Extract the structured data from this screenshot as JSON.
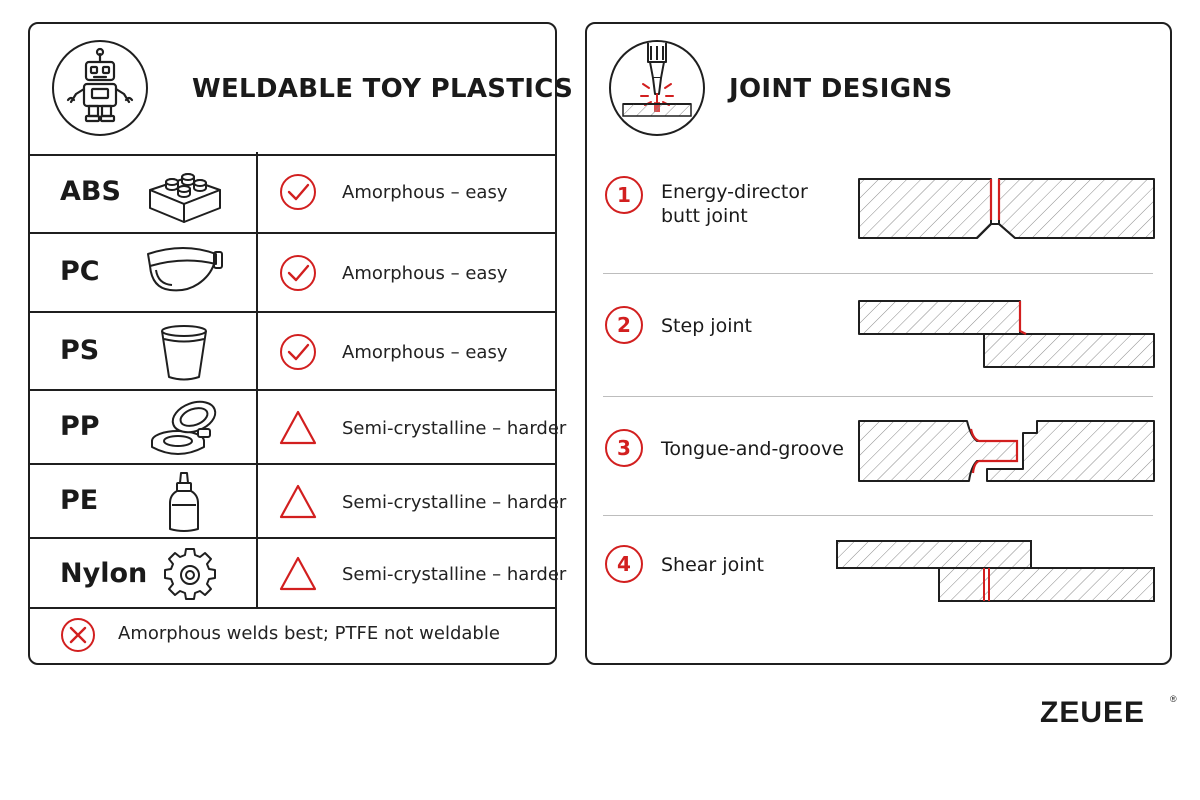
{
  "left_panel": {
    "title": "WELDABLE TOY PLASTICS",
    "emblem_icon": "robot-icon",
    "rows": [
      {
        "name": "ABS",
        "icon": "lego-brick-icon",
        "status_icon": "check-circle-icon",
        "status": "Amorphous – easy"
      },
      {
        "name": "PC",
        "icon": "visor-icon",
        "status_icon": "check-circle-icon",
        "status": "Amorphous – easy"
      },
      {
        "name": "PS",
        "icon": "cup-icon",
        "status_icon": "check-circle-icon",
        "status": "Amorphous – easy"
      },
      {
        "name": "PP",
        "icon": "hinged-container-icon",
        "status_icon": "warning-triangle-icon",
        "status": "Semi-crystalline – harder"
      },
      {
        "name": "PE",
        "icon": "squeeze-bottle-icon",
        "status_icon": "warning-triangle-icon",
        "status": "Semi-crystalline – harder"
      },
      {
        "name": "Nylon",
        "icon": "gear-icon",
        "status_icon": "warning-triangle-icon",
        "status": "Semi-crystalline – harder"
      }
    ],
    "footer": {
      "icon": "x-circle-icon",
      "text": "Amorphous welds best; PTFE not weldable"
    }
  },
  "right_panel": {
    "title": "JOINT DESIGNS",
    "emblem_icon": "welding-horn-icon",
    "joints": [
      {
        "number": "1",
        "label_lines": [
          "Energy-director",
          "butt joint"
        ]
      },
      {
        "number": "2",
        "label_lines": [
          "Step joint"
        ]
      },
      {
        "number": "3",
        "label_lines": [
          "Tongue-and-groove"
        ]
      },
      {
        "number": "4",
        "label_lines": [
          "Shear joint"
        ]
      }
    ]
  },
  "brand": {
    "logo_text": "ZEUEE",
    "registered_mark": "®"
  },
  "colors": {
    "accent": "#d21f1f",
    "ink": "#1f1f1f",
    "divider": "#bdbdbd"
  }
}
